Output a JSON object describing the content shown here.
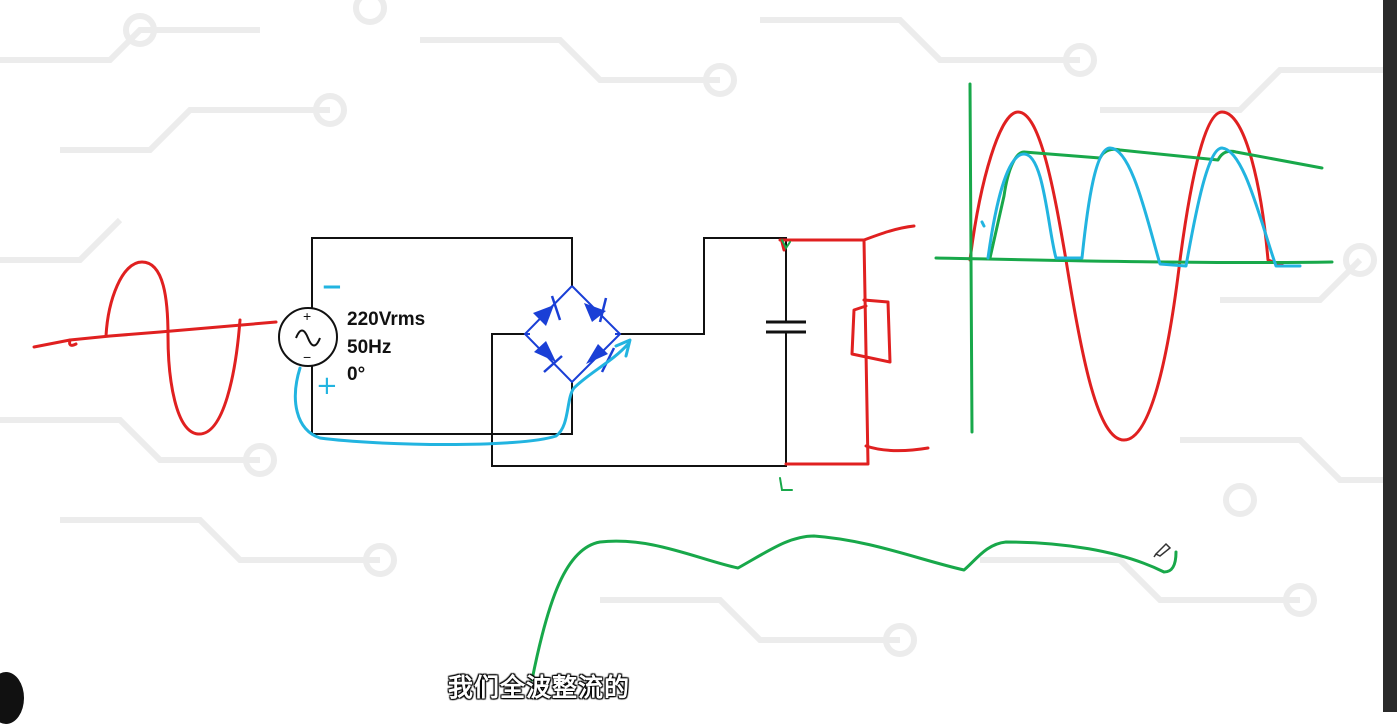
{
  "source": {
    "voltage": "220Vrms",
    "frequency": "50Hz",
    "phase": "0°",
    "plus_sign": "+",
    "minus_sign": "−"
  },
  "annotations": {
    "minus_mark": "−",
    "plus_mark": "+"
  },
  "subtitle": "我们全波整流的",
  "colors": {
    "wire": "#111111",
    "diode": "#1a3fd6",
    "red_ink": "#e02020",
    "green_ink": "#18a84a",
    "blue_ink": "#22b4e0",
    "background_pattern": "#eeeeee"
  }
}
